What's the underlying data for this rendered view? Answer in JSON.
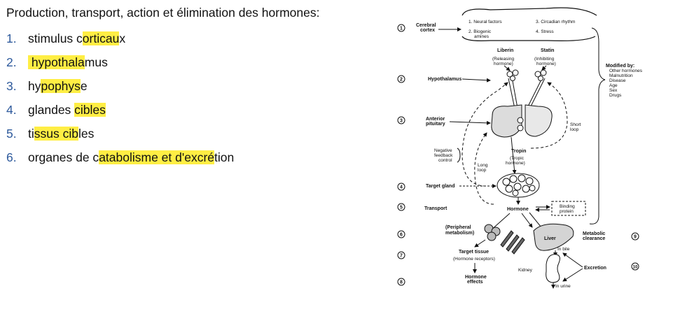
{
  "title": "Production, transport, action et élimination des hormones:",
  "steps": [
    {
      "num": "1.",
      "parts": [
        {
          "t": "stimulus c",
          "h": false
        },
        {
          "t": "orticau",
          "h": true
        },
        {
          "t": "x",
          "h": false
        }
      ]
    },
    {
      "num": "2.",
      "parts": [
        {
          "t": " hypothala",
          "h": true
        },
        {
          "t": "mus",
          "h": false
        }
      ]
    },
    {
      "num": "3.",
      "parts": [
        {
          "t": "hy",
          "h": false
        },
        {
          "t": "pophys",
          "h": true
        },
        {
          "t": "e",
          "h": false
        }
      ]
    },
    {
      "num": "4.",
      "parts": [
        {
          "t": "glandes ",
          "h": false
        },
        {
          "t": "cibles",
          "h": true
        }
      ]
    },
    {
      "num": "5.",
      "parts": [
        {
          "t": "ti",
          "h": false
        },
        {
          "t": "ssus cib",
          "h": true
        },
        {
          "t": "les",
          "h": false
        }
      ]
    },
    {
      "num": "6.",
      "parts": [
        {
          "t": "organes de c",
          "h": false
        },
        {
          "t": "atabolisme et d'excré",
          "h": true
        },
        {
          "t": "tion",
          "h": false
        }
      ]
    }
  ],
  "diagram": {
    "cortex": {
      "label1": "Cerebral",
      "label2": "cortex"
    },
    "stimuli": {
      "s1": "1. Neural factors",
      "s2": "2. Biogenic",
      "s2b": "amines",
      "s3": "3. Circadian rhythm",
      "s4": "4. Stress"
    },
    "liberin": {
      "name": "Liberin",
      "sub1": "(Releasing",
      "sub2": "hormone)"
    },
    "statin": {
      "name": "Statin",
      "sub1": "(Inhibiting",
      "sub2": "hormone)"
    },
    "modified": {
      "title": "Modified by:",
      "items": [
        "Other hormones",
        "Malnutrition",
        "Disease",
        "Age",
        "Sex",
        "Drugs"
      ]
    },
    "hypothalamus": "Hypothalamus",
    "anterior": {
      "l1": "Anterior",
      "l2": "pituitary"
    },
    "short_loop": {
      "l1": "Short",
      "l2": "loop"
    },
    "neg_feedback": {
      "l1": "Negative",
      "l2": "feedback",
      "l3": "control"
    },
    "long_loop": {
      "l1": "Long",
      "l2": "loop"
    },
    "tropin": {
      "name": "Tropin",
      "sub1": "(Tropic",
      "sub2": "hormone)"
    },
    "target_gland": "Target gland",
    "transport": "Transport",
    "hormone": "Hormone",
    "binding": {
      "l1": "Binding",
      "l2": "protein"
    },
    "peripheral": {
      "l1": "(Peripheral",
      "l2": "metabolism)"
    },
    "target_tissue": "Target tissue",
    "receptors": "(Hormone receptors)",
    "effects": {
      "l1": "Hormone",
      "l2": "effects"
    },
    "liver": "Liver",
    "in_bile": "In bile",
    "kidney": "Kidney",
    "in_urine": "In urine",
    "metabolic": {
      "l1": "Metabolic",
      "l2": "clearance"
    },
    "excretion": "Excretion",
    "markers": [
      "1",
      "2",
      "3",
      "4",
      "5",
      "6",
      "7",
      "8",
      "9",
      "10"
    ]
  }
}
